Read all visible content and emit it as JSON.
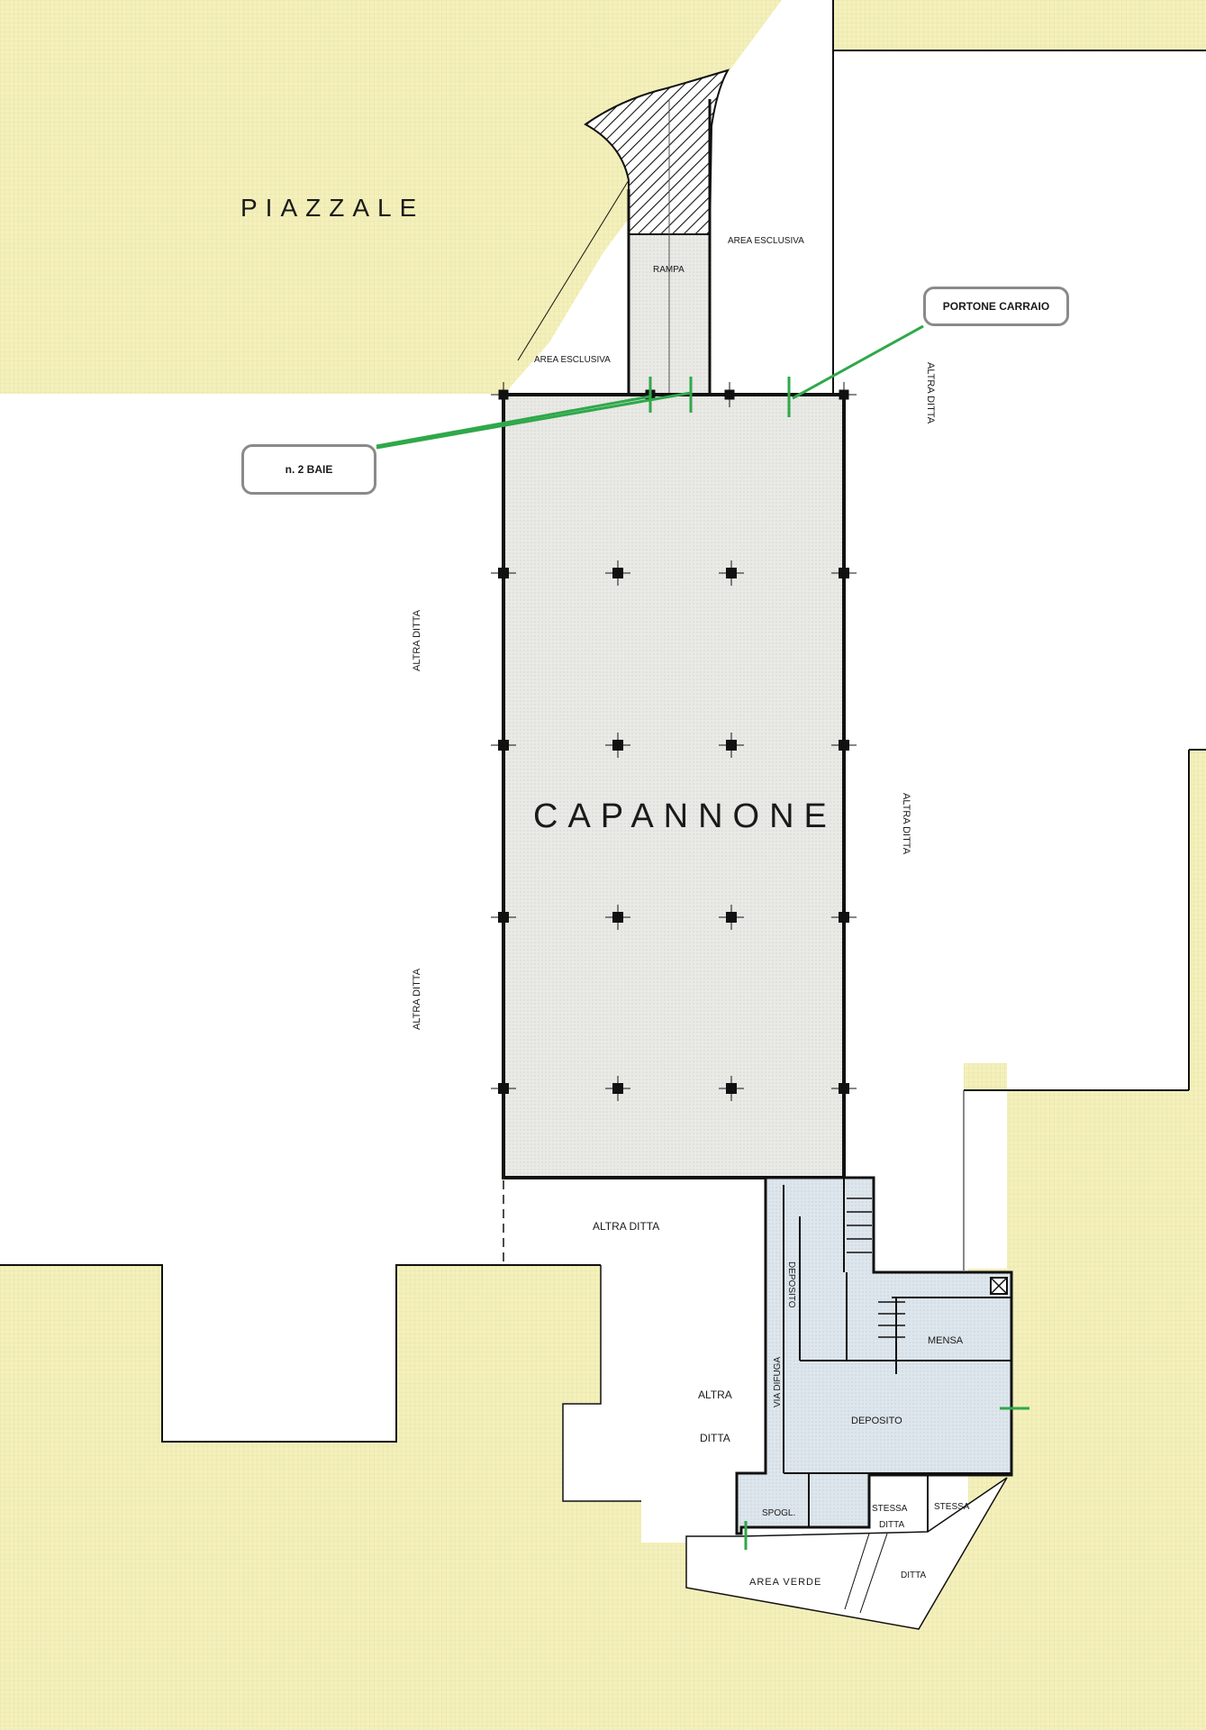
{
  "colors": {
    "external_area": "#f4f0bc",
    "grid_line": "#e2dc98",
    "building_fill": "#e9e9e6",
    "office_fill": "#dde6ec",
    "wall": "#111111",
    "marker": "#2fa84a",
    "callout_border": "#8a8a8a"
  },
  "labels": {
    "piazzale": "PIAZZALE",
    "capannone": "CAPANNONE",
    "rampa": "RAMPA",
    "area_esclusiva_top": "AREA ESCLUSIVA",
    "area_esclusiva_left": "AREA ESCLUSIVA",
    "altra_ditta_right_top": "ALTRA DITTA",
    "altra_ditta_left_upper": "ALTRA DITTA",
    "altra_ditta_right_mid": "ALTRA DITTA",
    "altra_ditta_left_lower": "ALTRA DITTA",
    "altra_ditta_bottom": "ALTRA DITTA",
    "altra_line1": "ALTRA",
    "altra_line2": "DITTA",
    "deposito_vertical": "DEPOSITO",
    "via_di_fuga": "VIA DIFUGA",
    "mensa": "MENSA",
    "deposito_main": "DEPOSITO",
    "spogl": "SPOGL.",
    "stessa_ditta_1": "STESSA",
    "stessa_ditta_2": "DITTA",
    "stessa_right": "STESSA",
    "ditta_right": "DITTA",
    "area_verde": "AREA VERDE"
  },
  "callouts": {
    "portone_carraio": "PORTONE CARRAIO",
    "baie": "n. 2 BAIE"
  },
  "icons": {
    "column": "square-column-icon",
    "elevator": "crossed-box-icon",
    "door": "green-tick-icon",
    "ramp": "hatched-ramp-icon"
  }
}
